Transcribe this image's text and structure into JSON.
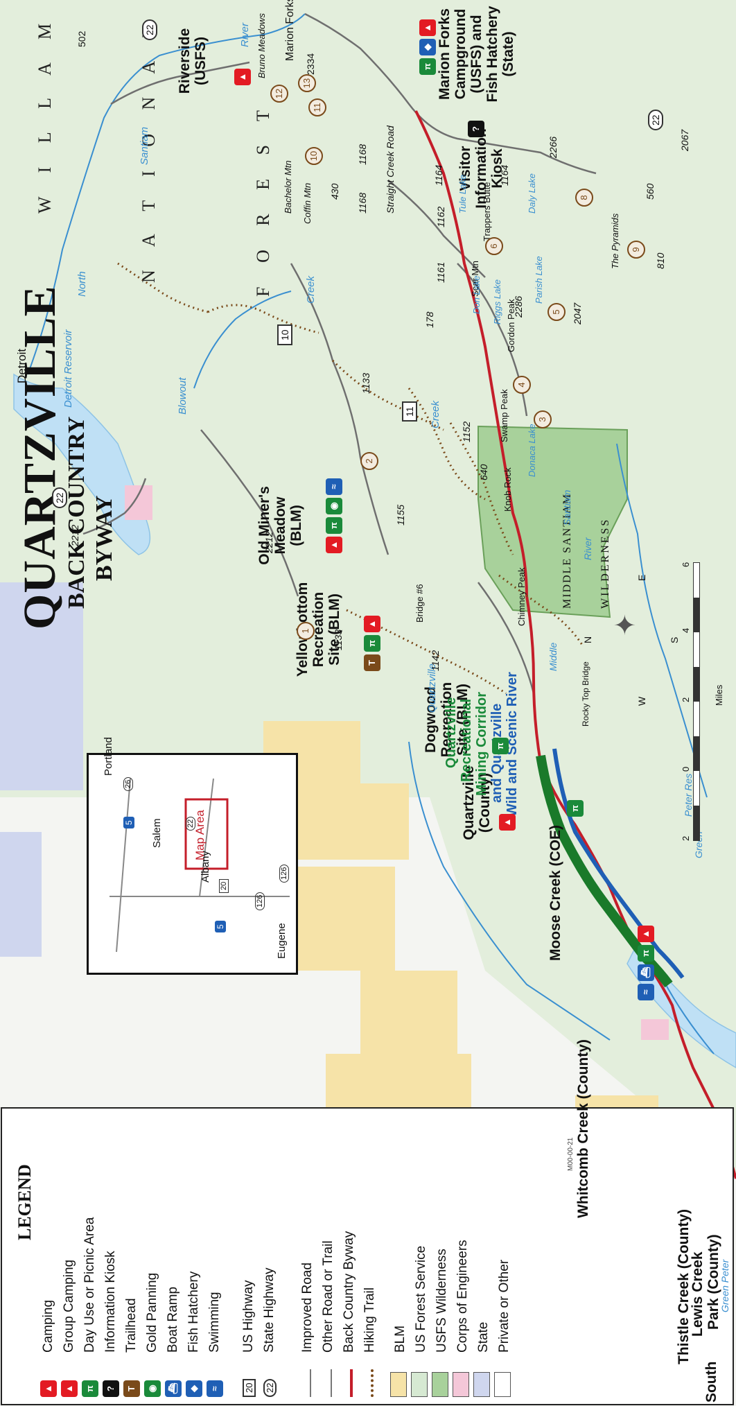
{
  "title": {
    "line1": "QUARTZVILLE",
    "line2": "BACK COUNTRY",
    "line3": "BYWAY"
  },
  "legend": {
    "heading": "LEGEND",
    "items": [
      {
        "label": "Camping",
        "icon": "tent-icon",
        "color": "#e31b23"
      },
      {
        "label": "Group Camping",
        "icon": "group-tent-icon",
        "color": "#e31b23"
      },
      {
        "label": "Day Use or Picnic Area",
        "icon": "picnic-table-icon",
        "color": "#1a8a3a"
      },
      {
        "label": "Information Kiosk",
        "icon": "info-icon",
        "color": "#111111"
      },
      {
        "label": "Trailhead",
        "icon": "trailhead-icon",
        "color": "#7a4a1a"
      },
      {
        "label": "Gold Panning",
        "icon": "gold-pan-icon",
        "color": "#1a8a3a"
      },
      {
        "label": "Boat Ramp",
        "icon": "boat-icon",
        "color": "#1f5fb5"
      },
      {
        "label": "Fish Hatchery",
        "icon": "fish-icon",
        "color": "#1f5fb5"
      },
      {
        "label": "Swimming",
        "icon": "swimmer-icon",
        "color": "#1f5fb5"
      },
      {
        "label": "US Highway",
        "icon": "us-highway-shield-icon",
        "number": "20"
      },
      {
        "label": "State Highway",
        "icon": "state-highway-oval-icon",
        "number": "22"
      },
      {
        "label": "Improved Road",
        "icon": "improved-road-line-icon"
      },
      {
        "label": "Other Road or Trail",
        "icon": "other-road-line-icon"
      },
      {
        "label": "Back Country Byway",
        "icon": "byway-line-icon",
        "color": "#c41e2a"
      },
      {
        "label": "Hiking Trail",
        "icon": "hiking-trail-line-icon",
        "color": "#7a4a1a"
      },
      {
        "label": "BLM",
        "icon": "swatch-icon",
        "color": "#f6e3a8"
      },
      {
        "label": "US Forest Service",
        "icon": "swatch-icon",
        "color": "#d6e9d2"
      },
      {
        "label": "USFS Wilderness",
        "icon": "swatch-icon",
        "color": "#a8d19b"
      },
      {
        "label": "Corps of Engineers",
        "icon": "swatch-icon",
        "color": "#f4c7d8"
      },
      {
        "label": "State",
        "icon": "swatch-icon",
        "color": "#cfd6ee"
      },
      {
        "label": "Private or Other",
        "icon": "swatch-icon",
        "color": "#ffffff"
      }
    ],
    "code": "M00-00-21"
  },
  "inset": {
    "portland": "Portland",
    "salem": "Salem",
    "albany": "Albany",
    "eugene": "Eugene",
    "map_area": "Map Area",
    "hwy_26": "26",
    "hwy_5a": "5",
    "hwy_5b": "5",
    "hwy_22": "22",
    "hwy_20": "20",
    "hwy_126a": "126",
    "hwy_126b": "126"
  },
  "sites": {
    "south": "South",
    "thistle": "Thistle Creek (County)",
    "lewis": "Lewis Creek",
    "lewis2": "Park (County)",
    "green_peter_partial": "Green Peter",
    "whitcomb": "Whitcomb Creek (County)",
    "quartzville_county": "Quartzville (County)",
    "moose": "Moose Creek (COE)",
    "dogwood": "Dogwood Recreation Site (BLM)",
    "yellowbottom": "Yellowbottom Recreation Site (BLM)",
    "old_miners": "Old Miner's Meadow (BLM)",
    "riverside": "Riverside (USFS)",
    "marion_forks": "Marion Forks Campground (USFS) and Fish Hatchery (State)",
    "visitor": "Visitor Information Kiosk",
    "corridor_l1": "Quartzville",
    "corridor_l2": "Recreational",
    "corridor_l3": "Mining Corridor",
    "corridor_l4": "and Quartzville",
    "corridor_l5": "Wild and Scenic River"
  },
  "places": {
    "detroit": "Detroit",
    "marion_forks_town": "Marion Forks",
    "bruno_meadows": "Bruno Meadows",
    "bachelor_mtn": "Bachelor Mtn",
    "coffin_mtn": "Coffin Mtn",
    "scar_mtn": "Scar Mtn",
    "trappers_butte": "Trappers Butte",
    "gordon_peak": "Gordon Peak",
    "swamp_peak": "Swamp Peak",
    "knob_rock": "Knob Rock",
    "chimney_peak": "Chimney Peak",
    "the_pyramids": "The Pyramids",
    "bridge6": "Bridge #6",
    "rocky_top": "Rocky Top Bridge",
    "willamette": "W I L L A M E T T E",
    "national": "N A T I O N A L",
    "forest": "F O R E S T",
    "middle_santiam": "MIDDLE SANTIAM",
    "wilderness": "WILDERNESS"
  },
  "water": {
    "detroit_res": "Detroit Reservoir",
    "north": "North",
    "santiam": "Santiam",
    "river": "River",
    "blowout": "Blowout",
    "creek1": "Creek",
    "quartzville_creek": "Quartzville",
    "creek2": "Creek",
    "don_lake": "Don Lake",
    "riggs_lake": "Riggs Lake",
    "parish_lake": "Parish Lake",
    "tule_lake": "Tule Lake",
    "daly_lake": "Daly Lake",
    "donaca_lake": "Donaca Lake",
    "middle": "Middle",
    "santiam2": "Santiam",
    "river2": "River",
    "peter_res": "Peter Res",
    "green": "Green",
    "santiam3": "Santiam",
    "river3": "River"
  },
  "roads": {
    "r502": "502",
    "r2334": "2334",
    "r1168a": "1168",
    "r1168b": "1168",
    "r430": "430",
    "r1164a": "1164",
    "r1164b": "1164",
    "r2266": "2266",
    "r2067": "2067",
    "r560": "560",
    "r1162": "1162",
    "r1161": "1161",
    "r2286": "2286",
    "r2047": "2047",
    "r810": "810",
    "r178": "178",
    "r1133a": "1133",
    "r1133b": "1133",
    "r1152": "1152",
    "r640": "640",
    "r1155": "1155",
    "r2212a": "2212",
    "r2212b": "2212",
    "r1142": "1142",
    "straight_creek": "Straight Creek Road",
    "hwy22a": "22",
    "hwy22b": "22",
    "hwy22c": "22",
    "fs10": "10",
    "fs11": "11"
  },
  "trails": [
    "1",
    "2",
    "3",
    "4",
    "5",
    "6",
    "8",
    "9",
    "10",
    "11",
    "12",
    "13"
  ],
  "scale": {
    "label": "Miles",
    "ticks": [
      "2",
      "0",
      "2",
      "4",
      "6"
    ]
  },
  "compass": {
    "n": "N",
    "e": "E",
    "s": "S",
    "w": "W"
  },
  "colors": {
    "byway": "#c41e2a",
    "trail": "#7a4a1a",
    "blm": "#f6e3a8",
    "usfs": "#d6e9d2",
    "wilderness": "#a8d19b",
    "coe": "#f4c7d8",
    "state": "#cfd6ee",
    "water": "#bfe0f5",
    "river": "#3a8fd0"
  }
}
